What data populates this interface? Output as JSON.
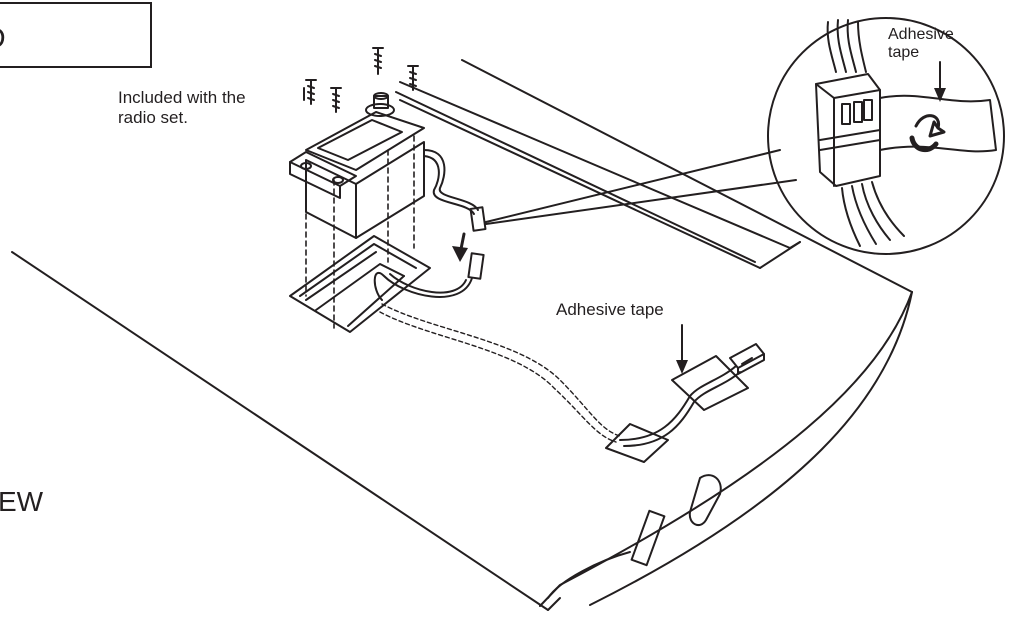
{
  "header_box": {
    "text": "D"
  },
  "labels": {
    "included": "Included with the\nradio set.",
    "adhesive_tape_main": "Adhesive tape",
    "adhesive_tape_inset_line1": "Adhesive",
    "adhesive_tape_inset_line2": "tape",
    "view_partial": "EW"
  },
  "colors": {
    "line": "#231f20",
    "background": "#ffffff"
  }
}
